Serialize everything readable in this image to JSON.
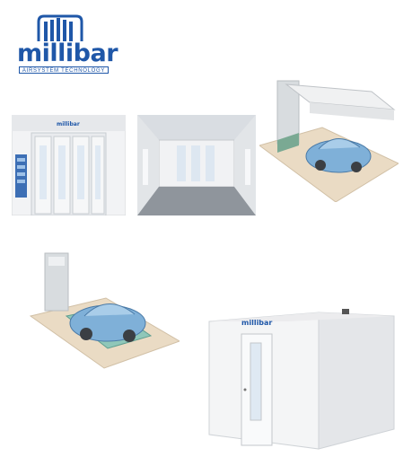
{
  "brand": {
    "name": "millibar",
    "tagline": "AIRSYSTEM TECHNOLOGY",
    "color": "#1f57a8"
  },
  "images": [
    {
      "icon": "paint-booth-front-icon",
      "booth_label": "millibar"
    },
    {
      "icon": "paint-booth-interior-icon"
    },
    {
      "icon": "open-booth-with-car-icon"
    },
    {
      "icon": "prep-station-with-car-icon"
    },
    {
      "icon": "closed-paint-booth-icon",
      "booth_label": "millibar"
    }
  ]
}
